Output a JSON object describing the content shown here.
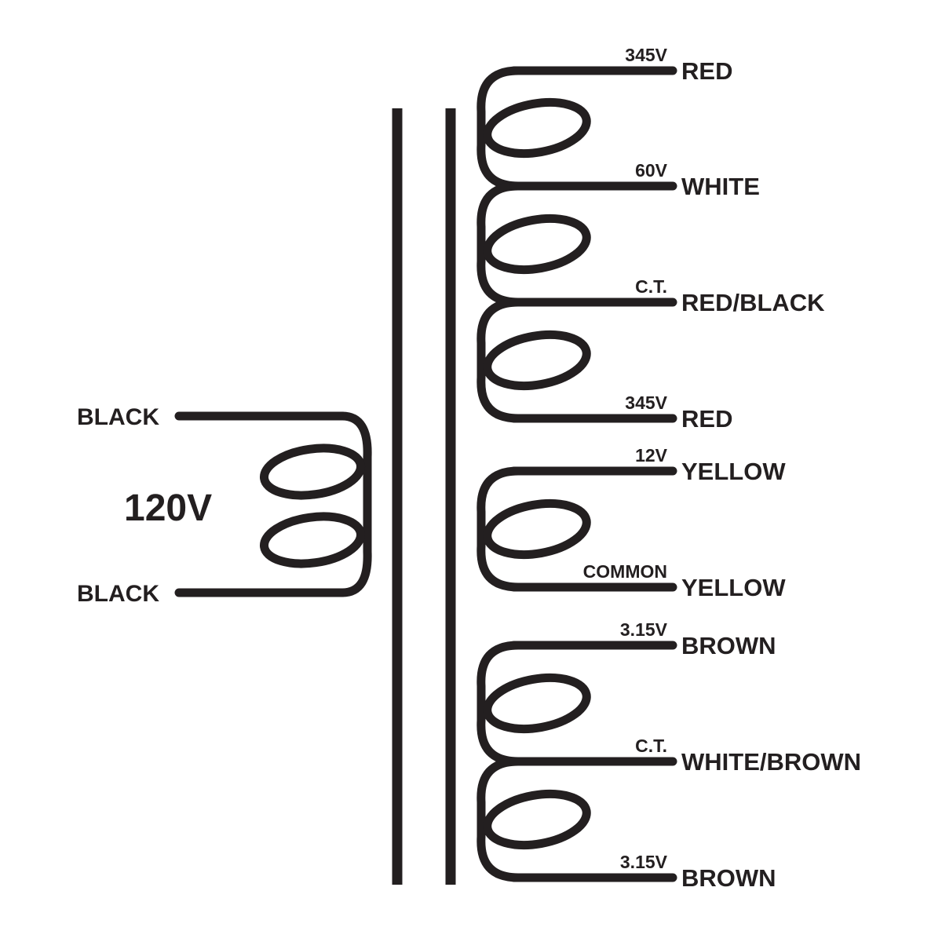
{
  "diagram": {
    "ink_color": "#231f20",
    "background_color": "#ffffff",
    "primary": {
      "voltage": "120V",
      "top_lead": "BLACK",
      "bottom_lead": "BLACK"
    },
    "secondary_leads": [
      {
        "tap": "345V",
        "wire": "RED"
      },
      {
        "tap": "60V",
        "wire": "WHITE"
      },
      {
        "tap": "C.T.",
        "wire": "RED/BLACK"
      },
      {
        "tap": "345V",
        "wire": "RED"
      },
      {
        "tap": "12V",
        "wire": "YELLOW"
      },
      {
        "tap": "COMMON",
        "wire": "YELLOW"
      },
      {
        "tap": "3.15V",
        "wire": "BROWN"
      },
      {
        "tap": "C.T.",
        "wire": "WHITE/BROWN"
      },
      {
        "tap": "3.15V",
        "wire": "BROWN"
      }
    ]
  }
}
